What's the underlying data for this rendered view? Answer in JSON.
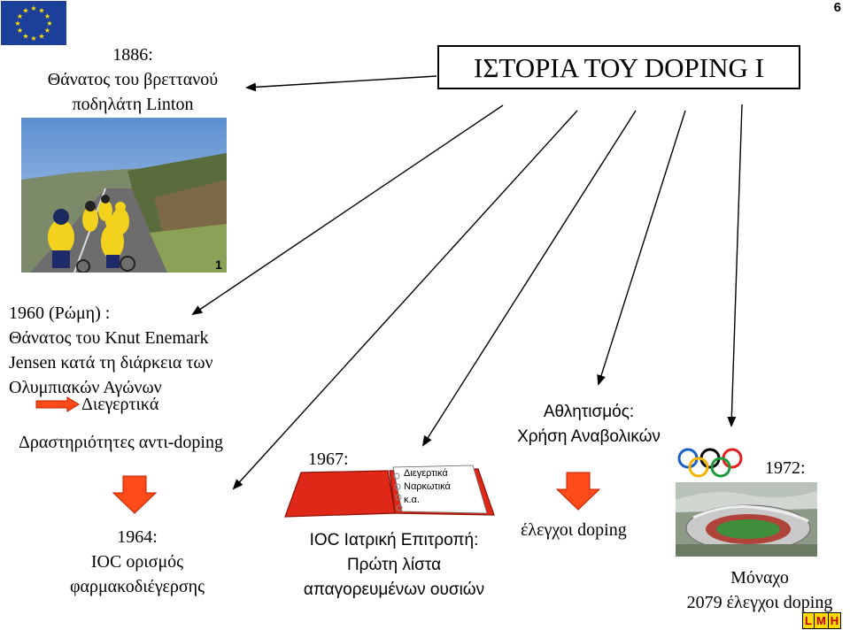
{
  "page_number": "6",
  "title": "ΙΣΤΟΡΙΑ ΤΟΥ DOPING I",
  "event_1886": [
    "1886:",
    "Θάνατος του βρεττανού",
    "ποδηλάτη Linton"
  ],
  "photo_label": "1",
  "event_1960": [
    "1960 (Ρώμη) :",
    "Θάνατος του Knut Enemark",
    "Jensen κατά τη διάρκεια των",
    "Ολυμπιακών Αγώνων"
  ],
  "stimulants": "Διεγερτικά",
  "anti_doping": "Δραστηριότητες αντι-doping",
  "event_1964": [
    "1964:",
    "IOC ορισμός",
    "φαρμακοδιέγερσης"
  ],
  "year_1967": "1967:",
  "book_list": [
    "Διεγερτικά",
    "Ναρκωτικά",
    "κ.α."
  ],
  "ioc_commission": [
    "IOC Ιατρική Επιτροπή:",
    "Πρώτη λίστα",
    "απαγορευμένων ουσιών"
  ],
  "sports": [
    "Αθλητισμός:",
    "Χρήση Αναβολικών"
  ],
  "doping_controls": "έλεγχοι doping",
  "year_1972": "1972:",
  "munich": [
    "Μόναχο",
    "2079 έλεγχοι doping"
  ],
  "logo_letters": [
    "L",
    "M",
    "H"
  ],
  "colors": {
    "arrow_fill": "#ff4a1a",
    "arrow_stroke": "#c02000",
    "book_red": "#e02818",
    "eu_blue": "#1c3f9a",
    "eu_star": "#ffe000"
  }
}
